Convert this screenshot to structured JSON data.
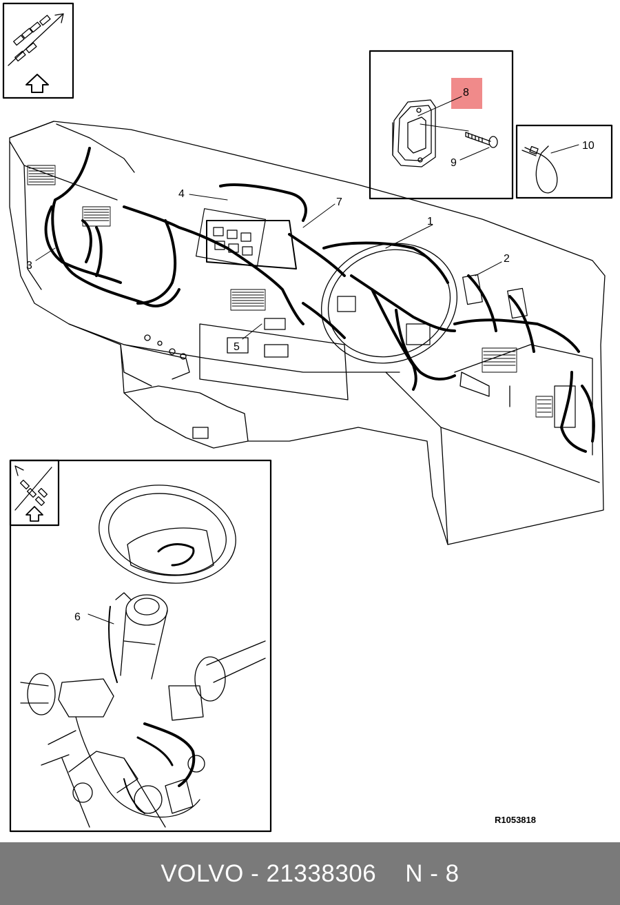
{
  "diagram": {
    "callouts": [
      {
        "id": "1",
        "label": "1"
      },
      {
        "id": "2",
        "label": "2"
      },
      {
        "id": "3",
        "label": "3"
      },
      {
        "id": "4",
        "label": "4"
      },
      {
        "id": "5",
        "label": "5"
      },
      {
        "id": "6",
        "label": "6"
      },
      {
        "id": "7",
        "label": "7"
      },
      {
        "id": "8",
        "label": "8"
      },
      {
        "id": "9",
        "label": "9"
      },
      {
        "id": "10",
        "label": "10"
      }
    ],
    "highlight_color": "#f08a8a",
    "reference_code": "R1053818",
    "orientation_icon": "up-arrow-icon"
  },
  "footer": {
    "brand": "VOLVO - 21338306",
    "page": "N - 8"
  }
}
